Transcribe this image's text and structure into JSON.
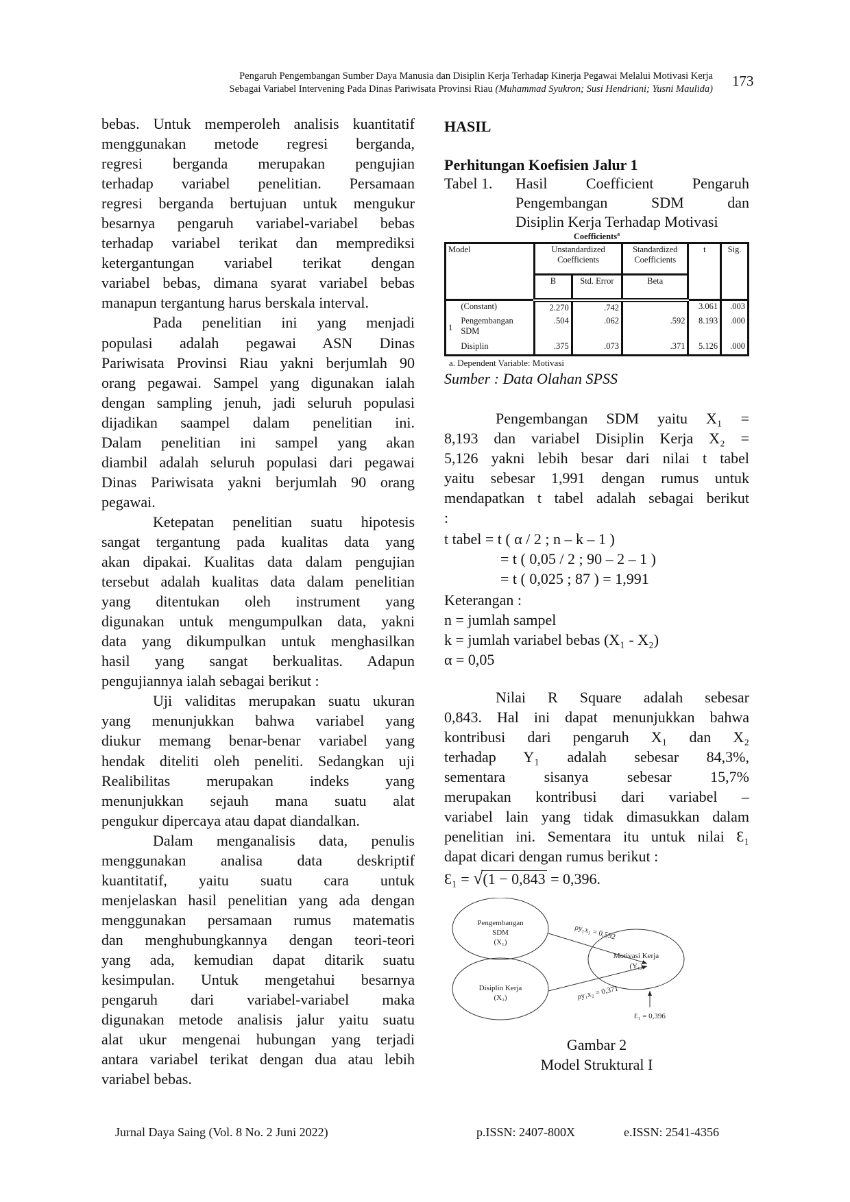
{
  "header": {
    "line1": "Pengaruh Pengembangan Sumber Daya Manusia dan Disiplin Kerja Terhadap Kinerja Pegawai Melalui Motivasi Kerja",
    "line2": "Sebagai Variabel Intervening Pada Dinas Pariwisata Provinsi Riau",
    "authors": "(Muhammad Syukron; Susi Hendriani;  Yusni Maulida)",
    "page_number": "173"
  },
  "left_column": [
    {
      "lines": [
        "bebas. Untuk memperoleh analisis kuantitatif",
        "menggunakan metode regresi berganda,",
        "regresi berganda merupakan pengujian",
        "terhadap variabel penelitian. Persamaan",
        "regresi berganda bertujuan untuk mengukur",
        "besarnya pengaruh variabel-variabel bebas",
        "terhadap variabel terikat dan memprediksi",
        "ketergantungan variabel terikat dengan",
        "variabel bebas, dimana syarat variabel bebas",
        "manapun tergantung harus berskala interval."
      ]
    },
    {
      "lines": [
        "Pada penelitian ini yang menjadi",
        "populasi adalah pegawai ASN Dinas",
        "Pariwisata Provinsi Riau yakni berjumlah 90",
        "orang pegawai. Sampel yang digunakan ialah",
        "dengan sampling jenuh, jadi seluruh populasi",
        "dijadikan saampel dalam penelitian ini.",
        "Dalam penelitian ini sampel yang akan",
        "diambil adalah seluruh populasi dari pegawai",
        "Dinas Pariwisata yakni berjumlah 90 orang",
        "pegawai."
      ]
    },
    {
      "lines": [
        "Ketepatan penelitian suatu hipotesis",
        "sangat tergantung pada kualitas data yang",
        "akan dipakai. Kualitas data dalam pengujian",
        "tersebut adalah kualitas data dalam penelitian",
        "yang ditentukan oleh instrument yang",
        "digunakan untuk mengumpulkan data, yakni",
        "data yang dikumpulkan untuk menghasilkan",
        "hasil yang sangat berkualitas. Adapun",
        "pengujiannya ialah sebagai berikut :"
      ]
    },
    {
      "lines": [
        "Uji validitas merupakan suatu ukuran",
        "yang menunjukkan bahwa variabel yang",
        "diukur memang benar-benar variabel yang",
        "hendak diteliti oleh peneliti. Sedangkan uji",
        "Realibilitas merupakan indeks yang",
        "menunjukkan sejauh mana suatu alat",
        "pengukur dipercaya atau dapat diandalkan."
      ]
    },
    {
      "lines": [
        "Dalam menganalisis data, penulis",
        "menggunakan analisa data deskriptif",
        "kuantitatif, yaitu suatu cara untuk",
        "menjelaskan hasil penelitian yang ada dengan",
        "menggunakan persamaan rumus matematis",
        "dan menghubungkannya dengan teori-teori",
        "yang ada, kemudian dapat ditarik suatu",
        "kesimpulan. Untuk mengetahui besarnya",
        "pengaruh dari variabel-variabel maka",
        "digunakan metode analisis jalur yaitu suatu",
        "alat ukur mengenai hubungan yang terjadi",
        "antara variabel terikat dengan dua atau lebih",
        "variabel bebas."
      ]
    }
  ],
  "right_column": {
    "heading": "HASIL",
    "subheading": "Perhitungan Koefisien Jalur 1",
    "table_caption": {
      "label": "Tabel 1.",
      "lines": [
        "Hasil Coefficient Pengaruh",
        "Pengembangan SDM dan",
        "Disiplin Kerja Terhadap Motivasi"
      ]
    },
    "table": {
      "title": "Coefficients",
      "title_sup": "a",
      "headers": {
        "model": "Model",
        "unstd": "Unstandardized Coefficients",
        "std": "Standardized Coefficients",
        "t": "t",
        "sig": "Sig.",
        "b": "B",
        "se": "Std. Error",
        "beta": "Beta"
      },
      "model_number": "1",
      "rows": [
        {
          "name": "(Constant)",
          "b": "2.270",
          "se": ".742",
          "beta": "",
          "t": "3.061",
          "sig": ".003"
        },
        {
          "name": "Pengembangan SDM",
          "b": ".504",
          "se": ".062",
          "beta": ".592",
          "t": "8.193",
          "sig": ".000"
        },
        {
          "name": "Disiplin",
          "b": ".375",
          "se": ".073",
          "beta": ".371",
          "t": "5.126",
          "sig": ".000"
        }
      ],
      "footnote": "a. Dependent Variable: Motivasi"
    },
    "source": "Sumber : Data Olahan SPSS",
    "para1": [
      "Pengembangan SDM yaitu X₁ =",
      "8,193 dan variabel Disiplin Kerja X₂ =",
      "5,126 yakni lebih besar dari nilai t tabel",
      "yaitu sebesar 1,991 dengan rumus untuk",
      "mendapatkan t tabel adalah sebagai berikut",
      ":"
    ],
    "formula": [
      "t tabel = t ( α / 2 ; n – k – 1 )",
      "= t ( 0,05 / 2 ; 90 – 2 – 1 )",
      "= t ( 0,025 ; 87 ) = 1,991"
    ],
    "notes": [
      "Keterangan :",
      "n = jumlah sampel",
      "k = jumlah variabel bebas (X₁ - X₂)",
      "α = 0,05"
    ],
    "para2": [
      "Nilai R Square adalah sebesar",
      "0,843. Hal ini dapat menunjukkan bahwa",
      "kontribusi dari pengaruh X₁ dan X₂",
      "terhadap Y₁ adalah sebesar 84,3%,",
      "sementara sisanya sebesar 15,7%",
      "merupakan kontribusi dari variabel –",
      "variabel lain yang tidak dimasukkan dalam",
      "penelitian ini. Sementara itu untuk nilai Ɛ₁",
      "dapat dicari dengan rumus berikut :"
    ],
    "epsilon_formula": {
      "lhs": "Ɛ₁ = ",
      "radicand": "(1 − 0,843",
      "rhs": " = 0,396."
    },
    "diagram": {
      "x1_line1": "Pengembangan",
      "x1_line2": "SDM",
      "x1_line3": "(X₁)",
      "x2_line1": "Disiplin Kerja",
      "x2_line2": "(X₂)",
      "y_line1": "Motivasi Kerja",
      "y_line2": "(Y₁)",
      "path1": "ρy₁x₁ = 0,592",
      "path2": "ρy₁x₂ = 0,371",
      "error": "Ɛ₁ = 0,396"
    },
    "figure_caption": [
      "Gambar 2",
      "Model Struktural I"
    ]
  },
  "footer": {
    "journal": "Jurnal Daya Saing (Vol. 8  No. 2 Juni 2022)",
    "pissn": "p.ISSN: 2407-800X",
    "eissn": "e.ISSN: 2541-4356"
  }
}
